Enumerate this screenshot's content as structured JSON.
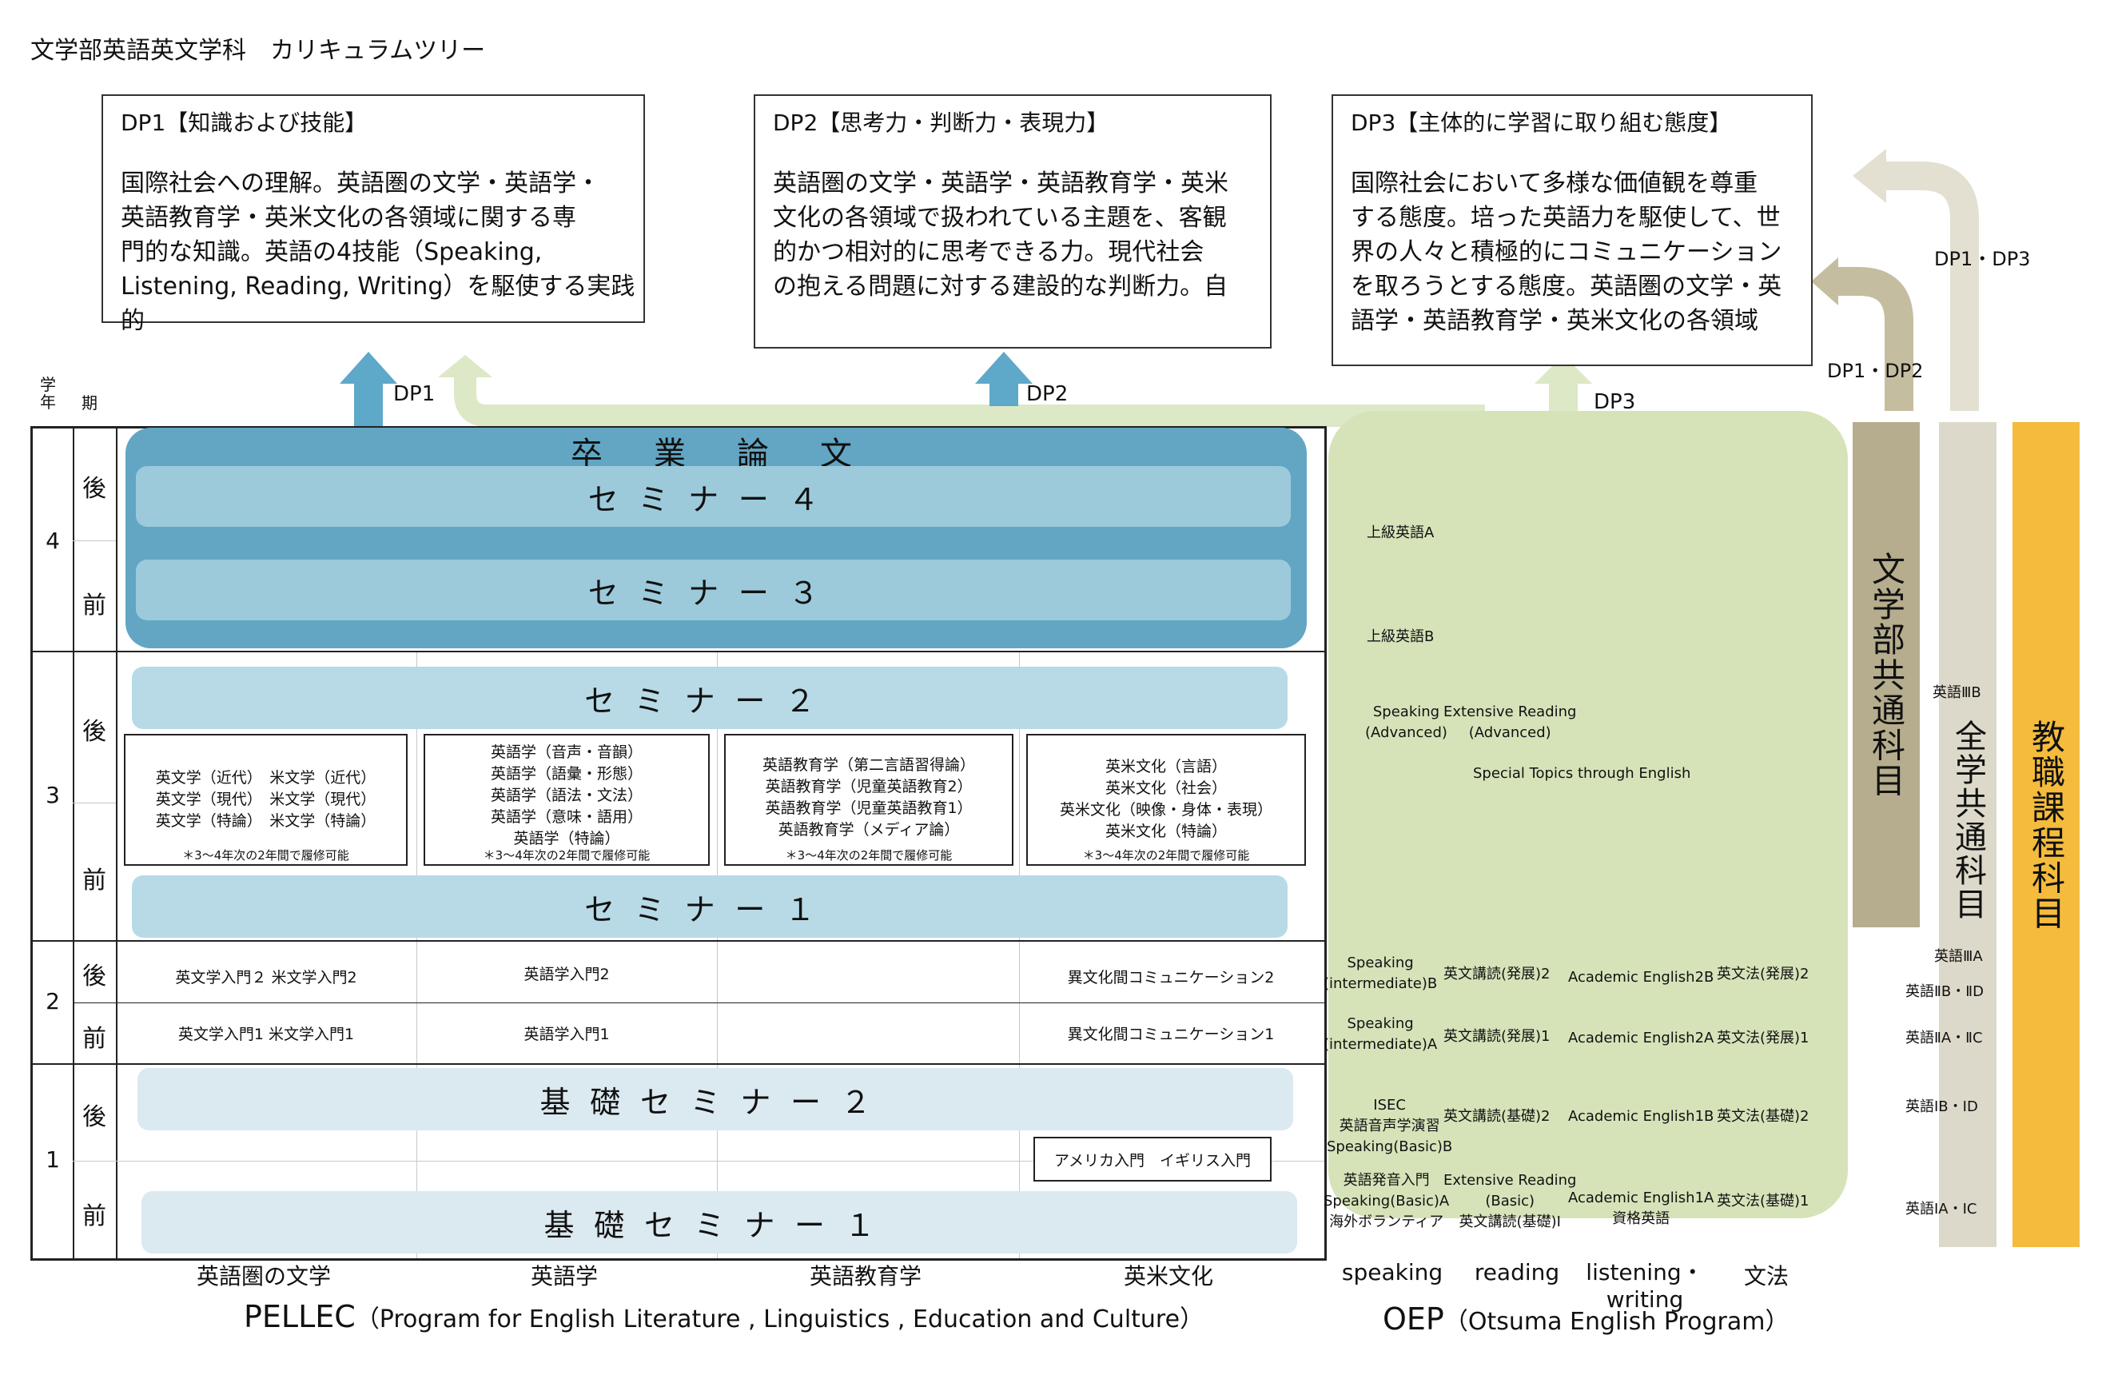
{
  "title": "文学部英語英文学科　カリキュラムツリー",
  "dp_boxes": [
    {
      "heading": "DP1【知識および技能】",
      "body": "国際社会への理解。英語圏の文学・英語学・\n英語教育学・英米文化の各領域に関する専\n門的な知識。英語の4技能（Speaking,\nListening, Reading, Writing）を駆使する実践的"
    },
    {
      "heading": "DP2【思考力・判断力・表現力】",
      "body": "英語圏の文学・英語学・英語教育学・英米\n文化の各領域で扱われている主題を、客観\n的かつ相対的に思考できる力。現代社会\nの抱える問題に対する建設的な判断力。自"
    },
    {
      "heading": "DP3【主体的に学習に取り組む態度】",
      "body": "国際社会において多様な価値観を尊重\nする態度。培った英語力を駆使して、世\n界の人々と積極的にコミュニケーション\nを取ろうとする態度。英語圏の文学・英\n語学・英語教育学・英米文化の各領域"
    }
  ],
  "arrow_labels": {
    "dp1": "DP1",
    "dp2": "DP2",
    "dp3": "DP3",
    "dp1_dp2": "DP1・DP2",
    "dp1_dp3": "DP1・DP3"
  },
  "grid_headers": {
    "year": "学\n年",
    "term": "期"
  },
  "years": [
    "4",
    "3",
    "2",
    "1"
  ],
  "terms": {
    "late": "後",
    "early": "前"
  },
  "seminars": {
    "thesis": "卒　業　論　文",
    "sem4": "セミナー４",
    "sem3": "セミナー３",
    "sem2": "セミナー２",
    "sem1": "セミナー１",
    "basic2": "基礎セミナー２",
    "basic1": "基礎セミナー１"
  },
  "topic_boxes": [
    {
      "lines": "英文学（近代）　米文学（近代）\n英文学（現代）　米文学（現代）\n英文学（特論）　米文学（特論）",
      "note": "＊3〜4年次の2年間で履修可能"
    },
    {
      "lines": "英語学（音声・音韻）\n英語学（語彙・形態）\n英語学（語法・文法）\n英語学（意味・語用）\n英語学（特論）",
      "note": "＊3〜4年次の2年間で履修可能"
    },
    {
      "lines": "英語教育学（第二言語習得論）\n英語教育学（児童英語教育2）\n英語教育学（児童英語教育1）\n英語教育学（メディア論）",
      "note": "＊3〜4年次の2年間で履修可能"
    },
    {
      "lines": "英米文化（言語）\n英米文化（社会）\n英米文化（映像・身体・表現）\n英米文化（特論）",
      "note": "＊3〜4年次の2年間で履修可能"
    }
  ],
  "year2": {
    "late": [
      "英文学入門２ 米文学入門2",
      "英語学入門2",
      "",
      "異文化間コミュニケーション2"
    ],
    "early": [
      "英文学入門1 米文学入門1",
      "英語学入門1",
      "",
      "異文化間コミュニケーション1"
    ]
  },
  "intro_box": "アメリカ入門　イギリス入門",
  "columns": [
    "英語圏の文学",
    "英語学",
    "英語教育学",
    "英米文化"
  ],
  "pellec": {
    "acronym": "PELLEC",
    "full": "（Program for English Literature , Linguistics , Education and Culture）"
  },
  "oep": {
    "acronym": "OEP",
    "full": "（Otsuma English Program）",
    "columns": [
      "speaking",
      "reading",
      "listening・\nwriting",
      "文法"
    ],
    "items": {
      "adv_a": "上級英語A",
      "adv_b": "上級英語B",
      "speaking_adv": "Speaking\n(Advanced)",
      "extensive_adv": "Extensive Reading\n(Advanced)",
      "special_topics": "Special Topics through English",
      "speaking_int_b": "Speaking\n(intermediate)B",
      "eibun_hatten2": "英文講読(発展)2",
      "academic_2b": "Academic English2B",
      "eibunpo_hatten2": "英文法(発展)2",
      "speaking_int_a": "Speaking\n(intermediate)A",
      "eibun_hatten1": "英文講読(発展)1",
      "academic_2a": "Academic English2A",
      "eibunpo_hatten1": "英文法(発展)1",
      "isec": "ISEC\n英語音声学演習\nSpeaking(Basic)B",
      "eibun_kiso2": "英文講読(基礎)2",
      "academic_1b": "Academic English1B",
      "eibunpo_kiso2": "英文法(基礎)2",
      "hatsuon": "英語発音入門\nSpeaking(Basic)A\n海外ボランティア",
      "extensive_basic": "Extensive Reading\n(Basic)\n英文講読(基礎)Ⅰ",
      "academic_1a": "Academic English1A\n資格英語",
      "eibunpo_kiso1": "英文法(基礎)1"
    }
  },
  "side_bars": {
    "bungakubu": "文学部共通科目",
    "zengaku": "全学共通科目",
    "kyoshoku": "教職課程科目"
  },
  "english_levels": [
    "英語ⅢB",
    "英語ⅢA",
    "英語ⅡB・ⅡD",
    "英語ⅡA・ⅡC",
    "英語ⅠB・ⅠD",
    "英語ⅠA・ⅠC"
  ],
  "colors": {
    "thesis": "#62a6c4",
    "sem_inner": "#9ccadb",
    "sem_light": "#b7dae6",
    "basic": "#dbe9f0",
    "oep_bg": "#d6e3b9",
    "bar_bungakubu": "#b5ad8d",
    "bar_zengaku": "#ddd9ca",
    "bar_kyoshoku": "#f4bb3d",
    "arrow_blue": "#5ea8c9",
    "arrow_green": "#dce8c6"
  }
}
